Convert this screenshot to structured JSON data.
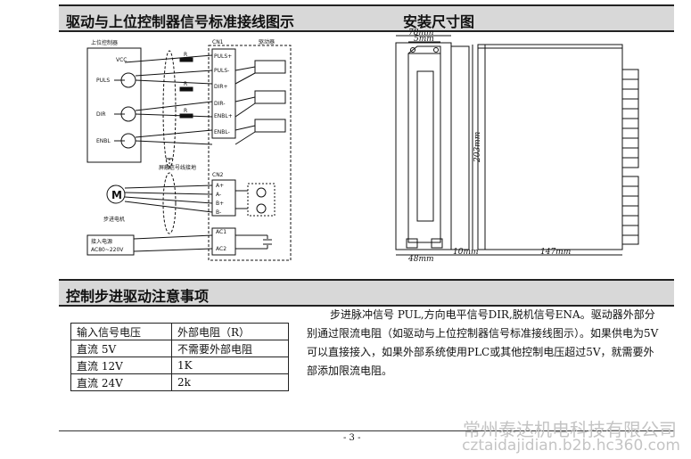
{
  "headings": {
    "wiring_title": "驱动与上位控制器信号标准接线图示",
    "mount_title": "安装尺寸图",
    "notes_title": "控制步进驱动注意事项"
  },
  "wiring": {
    "controller_label": "上位控制器",
    "cn1_label": "CN1",
    "driver_label": "驱动器",
    "vcc": "VCC",
    "puls": "PULS",
    "dir": "DIR",
    "enbl": "ENBL",
    "r": "R",
    "pins_cn1": [
      "PULS+",
      "PULS-",
      "DIR+",
      "DIR-",
      "ENBL+",
      "ENBL-"
    ],
    "shield_label": "屏蔽信号线接地",
    "cn2_label": "CN2",
    "pins_cn2": [
      "A+",
      "A-",
      "B+",
      "B-"
    ],
    "motor_symbol": "M",
    "motor_label": "步进电机",
    "power_label_1": "接入电源",
    "power_label_2": "AC80~220V",
    "ac1": "AC1",
    "ac2": "AC2"
  },
  "dimensions": {
    "d78": "78mm",
    "d5": "5mm",
    "d203": "203mm",
    "d48": "48mm",
    "d10": "10mm",
    "d147": "147mm"
  },
  "table": {
    "headers": [
      "输入信号电压",
      "外部电阻（R）"
    ],
    "rows": [
      [
        "直流  5V",
        "不需要外部电阻"
      ],
      [
        "直流  12V",
        "1K"
      ],
      [
        "直流  24V",
        "2k"
      ]
    ]
  },
  "notes_paragraph": "步进脉冲信号 PUL,方向电平信号DIR,脱机信号ENA。驱动器外部分别通过限流电阻（如驱动与上位控制器信号标准接线图示）。如果供电为5V可以直接接入，如果外部系统使用PLC或其他控制电压超过5V，就需要外部添加限流电阻。",
  "footer": {
    "page": "- 3 -",
    "watermark_company": "常州泰达机电科技有限公司",
    "watermark_url": "cztaidajidian.b2b.hc360.com"
  }
}
